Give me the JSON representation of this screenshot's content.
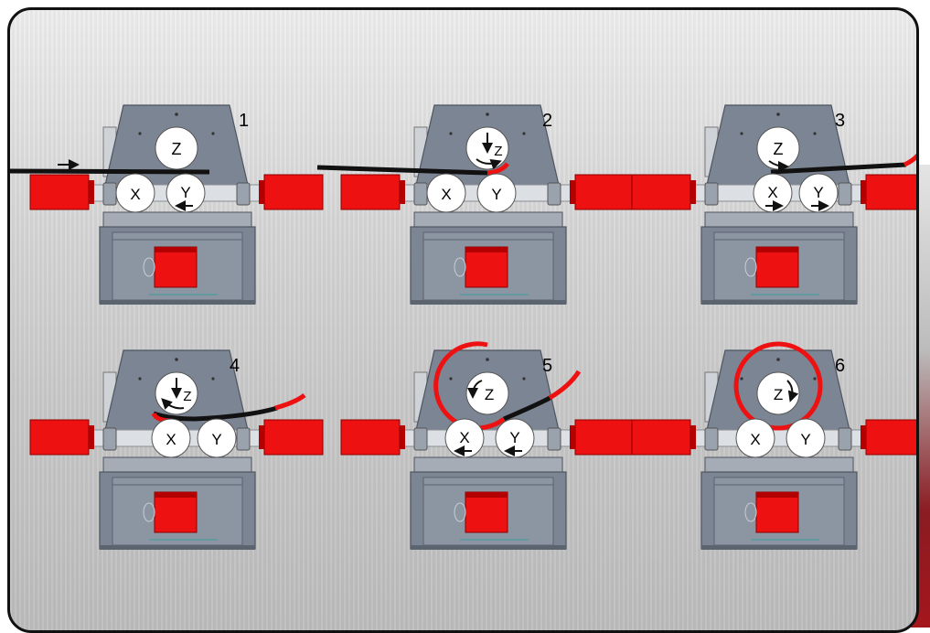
{
  "steps": [
    {
      "number": "1",
      "rollers": {
        "z": "Z",
        "x": "X",
        "y": "Y"
      }
    },
    {
      "number": "2",
      "rollers": {
        "z": "Z",
        "x": "X",
        "y": "Y"
      }
    },
    {
      "number": "3",
      "rollers": {
        "z": "Z",
        "x": "X",
        "y": "Y"
      }
    },
    {
      "number": "4",
      "rollers": {
        "z": "Z",
        "x": "X",
        "y": "Y"
      }
    },
    {
      "number": "5",
      "rollers": {
        "z": "Z",
        "x": "X",
        "y": "Y"
      }
    },
    {
      "number": "6",
      "rollers": {
        "z": "Z",
        "x": "X",
        "y": "Y"
      }
    }
  ],
  "colors": {
    "machine": "#7c8593",
    "machine_dark": "#58616e",
    "red": "#ee1111",
    "roller": "#ffffff",
    "pipe": "#111111"
  }
}
